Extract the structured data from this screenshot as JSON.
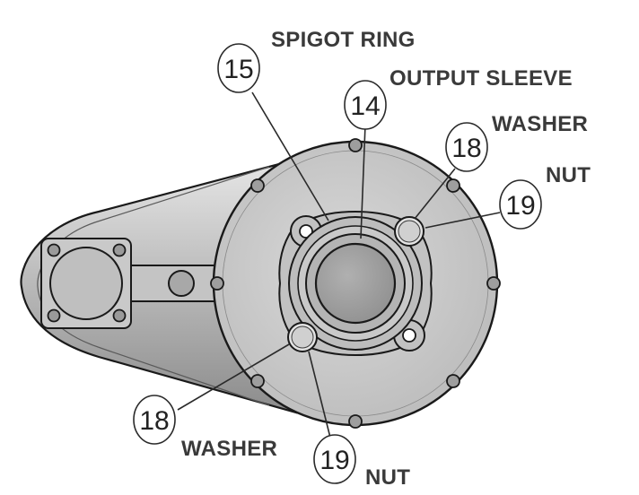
{
  "callouts": [
    {
      "number": "15",
      "label": "SPIGOT RING"
    },
    {
      "number": "14",
      "label": "OUTPUT SLEEVE"
    },
    {
      "number": "18",
      "label": "WASHER"
    },
    {
      "number": "19",
      "label": "NUT"
    },
    {
      "number": "18",
      "label": "WASHER"
    },
    {
      "number": "19",
      "label": "NUT"
    }
  ],
  "colors": {
    "housing_fill": "#c8c8c8",
    "housing_dark": "#7a7a7a",
    "disc_fill": "#cfcfcf",
    "outline": "#1a1a1a",
    "label": "#3a3a3a"
  }
}
